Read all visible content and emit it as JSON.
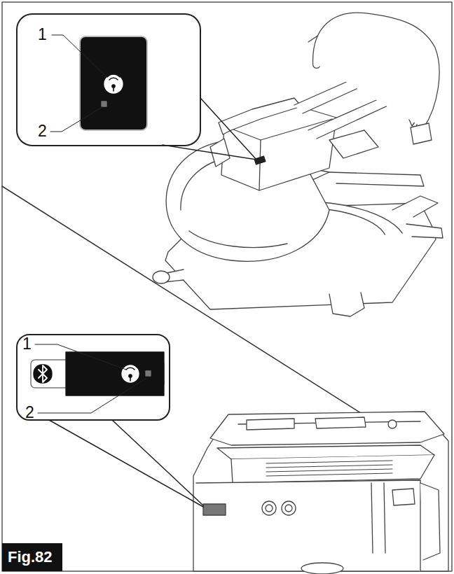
{
  "diagram": {
    "caption": "Fig.82",
    "labels": [
      "1",
      "2",
      "1",
      "2"
    ]
  }
}
